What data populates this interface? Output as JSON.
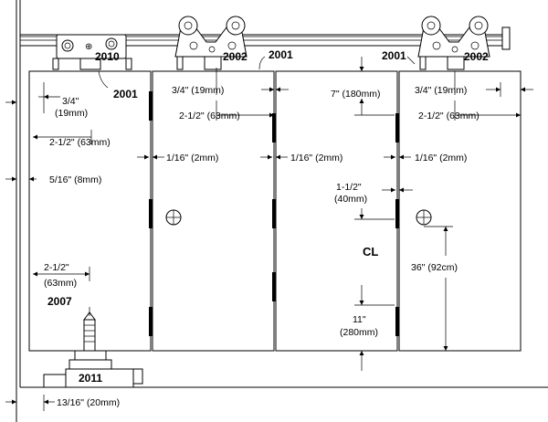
{
  "parts": {
    "p2010": "2010",
    "p2002_left": "2002",
    "p2002_right": "2002",
    "p2001_left": "2001",
    "p2001_top": "2001",
    "p2001_right": "2001",
    "p2007": "2007",
    "p2011": "2011"
  },
  "dims": {
    "d34_left_a": "3/4\"",
    "d34_left_b": "(19mm)",
    "d212_p1": "2-1/2\" (63mm)",
    "d516": "5/16\" (8mm)",
    "d212_guide_a": "2-1/2\"",
    "d212_guide_b": "(63mm)",
    "d34_p2": "3/4\" (19mm)",
    "d212_p2": "2-1/2\" (63mm)",
    "d116_a": "1/16\" (2mm)",
    "d116_b": "1/16\" (2mm)",
    "d116_c": "1/16\" (2mm)",
    "d7": "7\" (180mm)",
    "d112_a": "1-1/2\"",
    "d112_b": "(40mm)",
    "centerline": "CL",
    "d11_a": "11\"",
    "d11_b": "(280mm)",
    "d34_p4": "3/4\" (19mm)",
    "d212_p4": "2-1/2\" (63mm)",
    "d36": "36\" (92cm)",
    "d1316": "13/16\" (20mm)"
  }
}
